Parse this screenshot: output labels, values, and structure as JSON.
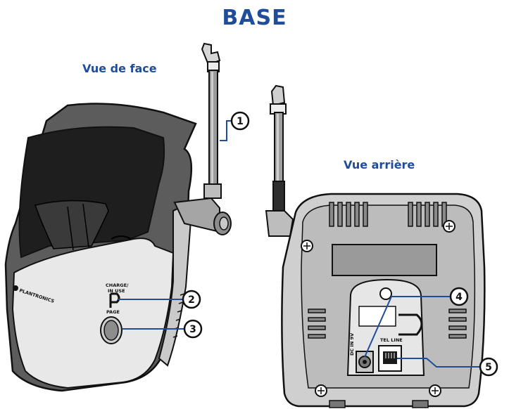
{
  "title": "BASE",
  "views": {
    "front": "Vue de face",
    "rear": "Vue arrière"
  },
  "labels": {
    "brand": "PLANTRONICS",
    "charge": "CHARGE/",
    "in_use": "IN USE",
    "page": "PAGE",
    "dc_in": "DC IN 9V",
    "tel_line": "TEL LINE"
  },
  "callouts": [
    "1",
    "2",
    "3",
    "4",
    "5"
  ],
  "colors": {
    "accent": "#1f4d9a",
    "ink": "#111111",
    "dark_gray": "#5f5f5f",
    "mid_gray": "#a8a8a8",
    "light_gray": "#d8d8d8"
  }
}
